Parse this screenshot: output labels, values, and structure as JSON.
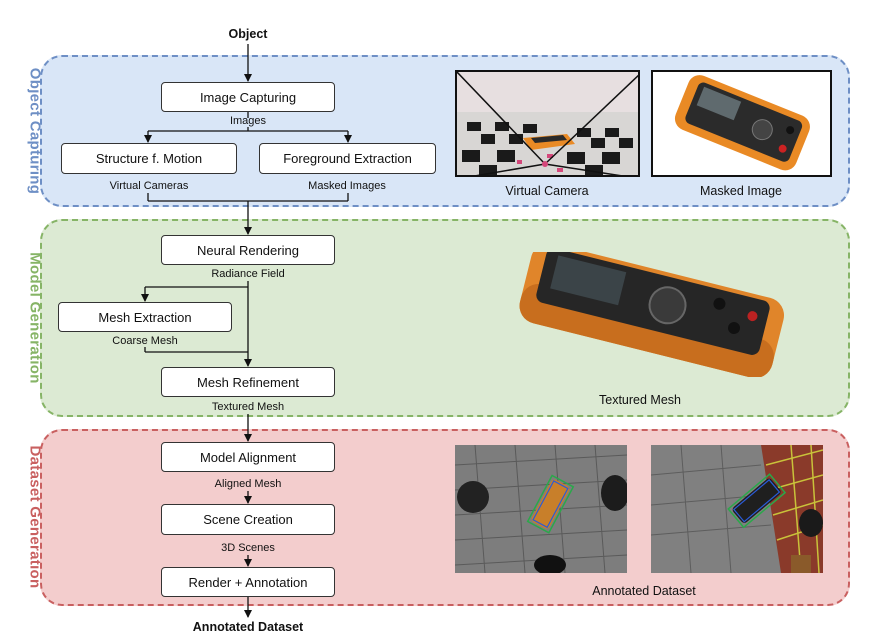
{
  "top_label": "Object",
  "bottom_label": "Annotated Dataset",
  "sections": {
    "capture": "Object Capturing",
    "model": "Model Generation",
    "dataset": "Dataset Generation"
  },
  "steps": {
    "image_capturing": "Image Capturing",
    "sfm": "Structure f. Motion",
    "foreground": "Foreground Extraction",
    "neural_rendering": "Neural Rendering",
    "mesh_extraction": "Mesh Extraction",
    "mesh_refinement": "Mesh Refinement",
    "model_alignment": "Model Alignment",
    "scene_creation": "Scene Creation",
    "render_annotation": "Render + Annotation"
  },
  "edges": {
    "images": "Images",
    "virtual_cameras": "Virtual Cameras",
    "masked_images": "Masked Images",
    "radiance_field": "Radiance Field",
    "coarse_mesh": "Coarse Mesh",
    "textured_mesh": "Textured Mesh",
    "aligned_mesh": "Aligned Mesh",
    "scenes_3d": "3D Scenes"
  },
  "captions": {
    "virtual_camera": "Virtual Camera",
    "masked_image": "Masked Image",
    "textured_mesh": "Textured Mesh",
    "annotated_dataset": "Annotated Dataset"
  },
  "colors": {
    "capture_fill": "#d9e6f7",
    "capture_border": "#6e8fc5",
    "model_fill": "#dcead3",
    "model_border": "#86b466",
    "dataset_fill": "#f3cdcd",
    "dataset_border": "#c96060",
    "multimeter_orange": "#e98a25"
  }
}
